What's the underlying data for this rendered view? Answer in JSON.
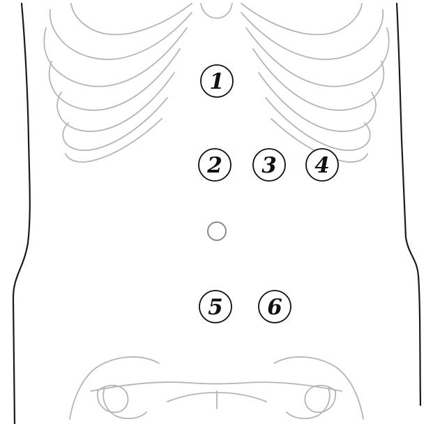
{
  "figure": {
    "markers": [
      {
        "id": "1",
        "label": "1"
      },
      {
        "id": "2",
        "label": "2"
      },
      {
        "id": "3",
        "label": "3"
      },
      {
        "id": "4",
        "label": "4"
      },
      {
        "id": "5",
        "label": "5"
      },
      {
        "id": "6",
        "label": "6"
      }
    ],
    "colors": {
      "outline": "#1a1a1a",
      "bone": "#b5b5b5",
      "marker_ring": "#111111",
      "navel_ring": "#8a8a8a",
      "background": "#ffffff"
    }
  }
}
